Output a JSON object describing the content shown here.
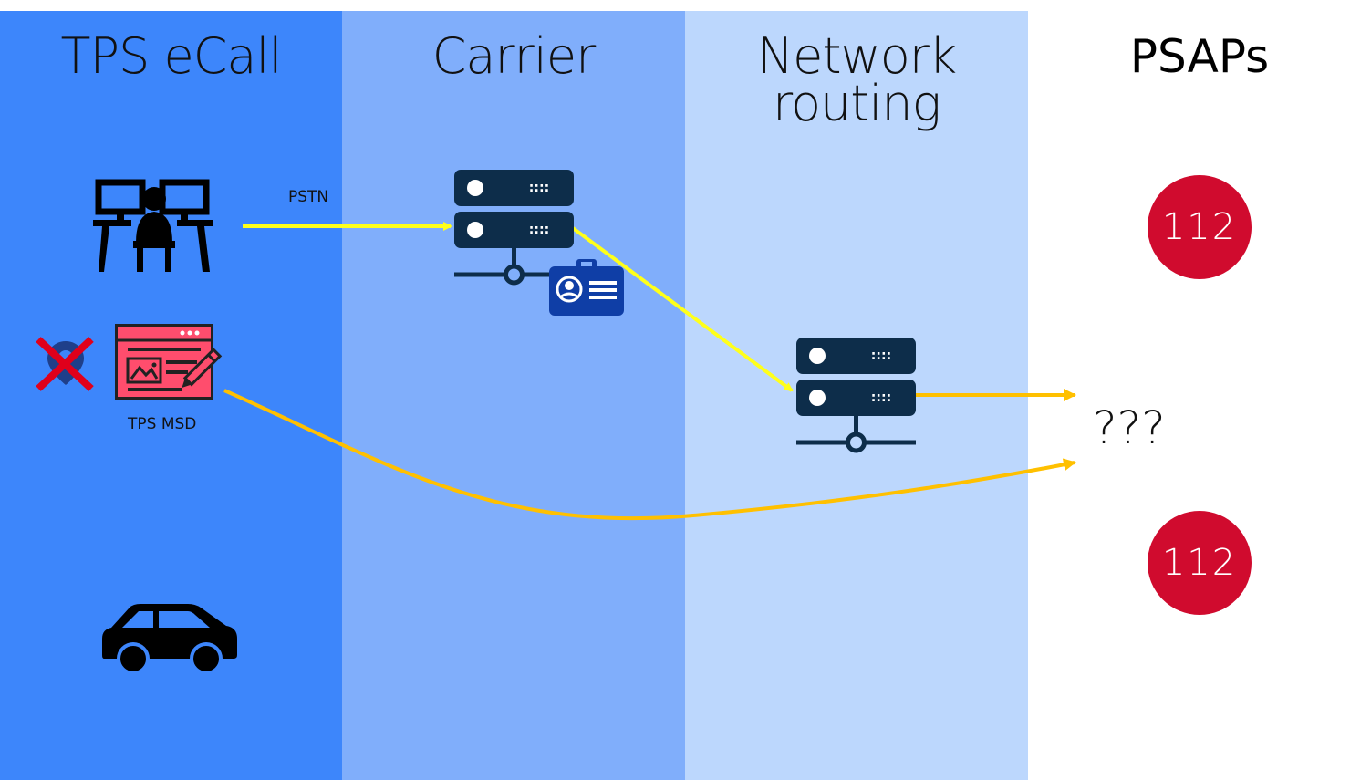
{
  "columns": [
    {
      "title": "TPS eCall"
    },
    {
      "title": "Carrier"
    },
    {
      "title": "Network\nrouting"
    }
  ],
  "psaps": {
    "title": "PSAPs",
    "top_number": "112",
    "bottom_number": "112",
    "unknown": "???"
  },
  "labels": {
    "pstn": "PSTN",
    "msd": "TPS MSD"
  },
  "colors": {
    "tps_column": "#3d86fb",
    "carrier_column": "#80aefb",
    "network_column": "#bcd7fd",
    "call_path": "#ffff1a",
    "data_path": "#ffc000",
    "server": "#0d2d4a",
    "psap_circle": "#d00b2e",
    "msd_form": "#ff4d6d",
    "cross": "#e0001b"
  },
  "icons": [
    "call-center-agent-icon",
    "location-pin-icon",
    "cross-icon",
    "msd-form-icon",
    "car-icon",
    "server-icon",
    "id-card-icon",
    "psap-112-icon"
  ]
}
